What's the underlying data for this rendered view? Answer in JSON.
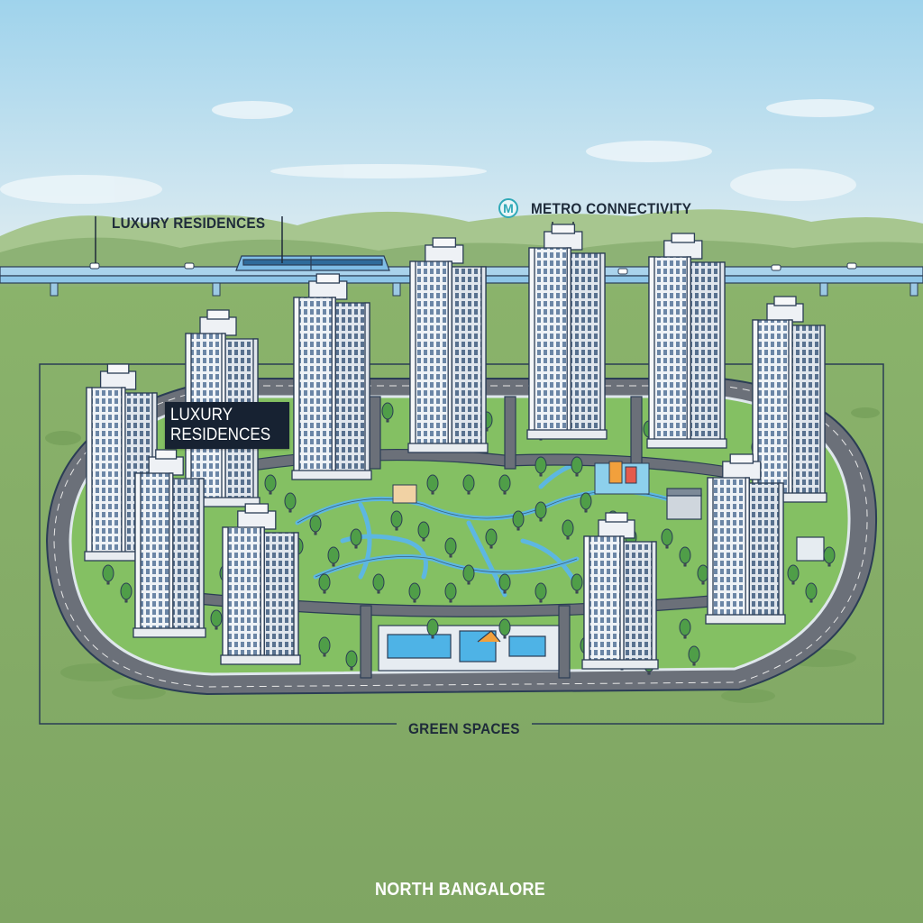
{
  "labels": {
    "luxury_residences_top": "LUXURY RESIDENCES",
    "metro_logo": "M",
    "metro_connectivity": "METRO CONNECTIVITY",
    "luxury_residences_box_line1": "LUXURY",
    "luxury_residences_box_line2": "RESIDENCES",
    "green_spaces": "GREEN SPACES",
    "north_bangalore": "NORTH BANGALORE"
  },
  "colors": {
    "sky_top": "#9fd3ec",
    "sky_bottom": "#dcebf1",
    "hills": "#8db275",
    "grass": "#86aa6a",
    "park": "#7dbb59",
    "road": "#6b7079",
    "metro_track": "#8ec6e8",
    "water": "#5bb7e8",
    "label_dark": "#172232",
    "metro_accent": "#2fa9b7"
  }
}
